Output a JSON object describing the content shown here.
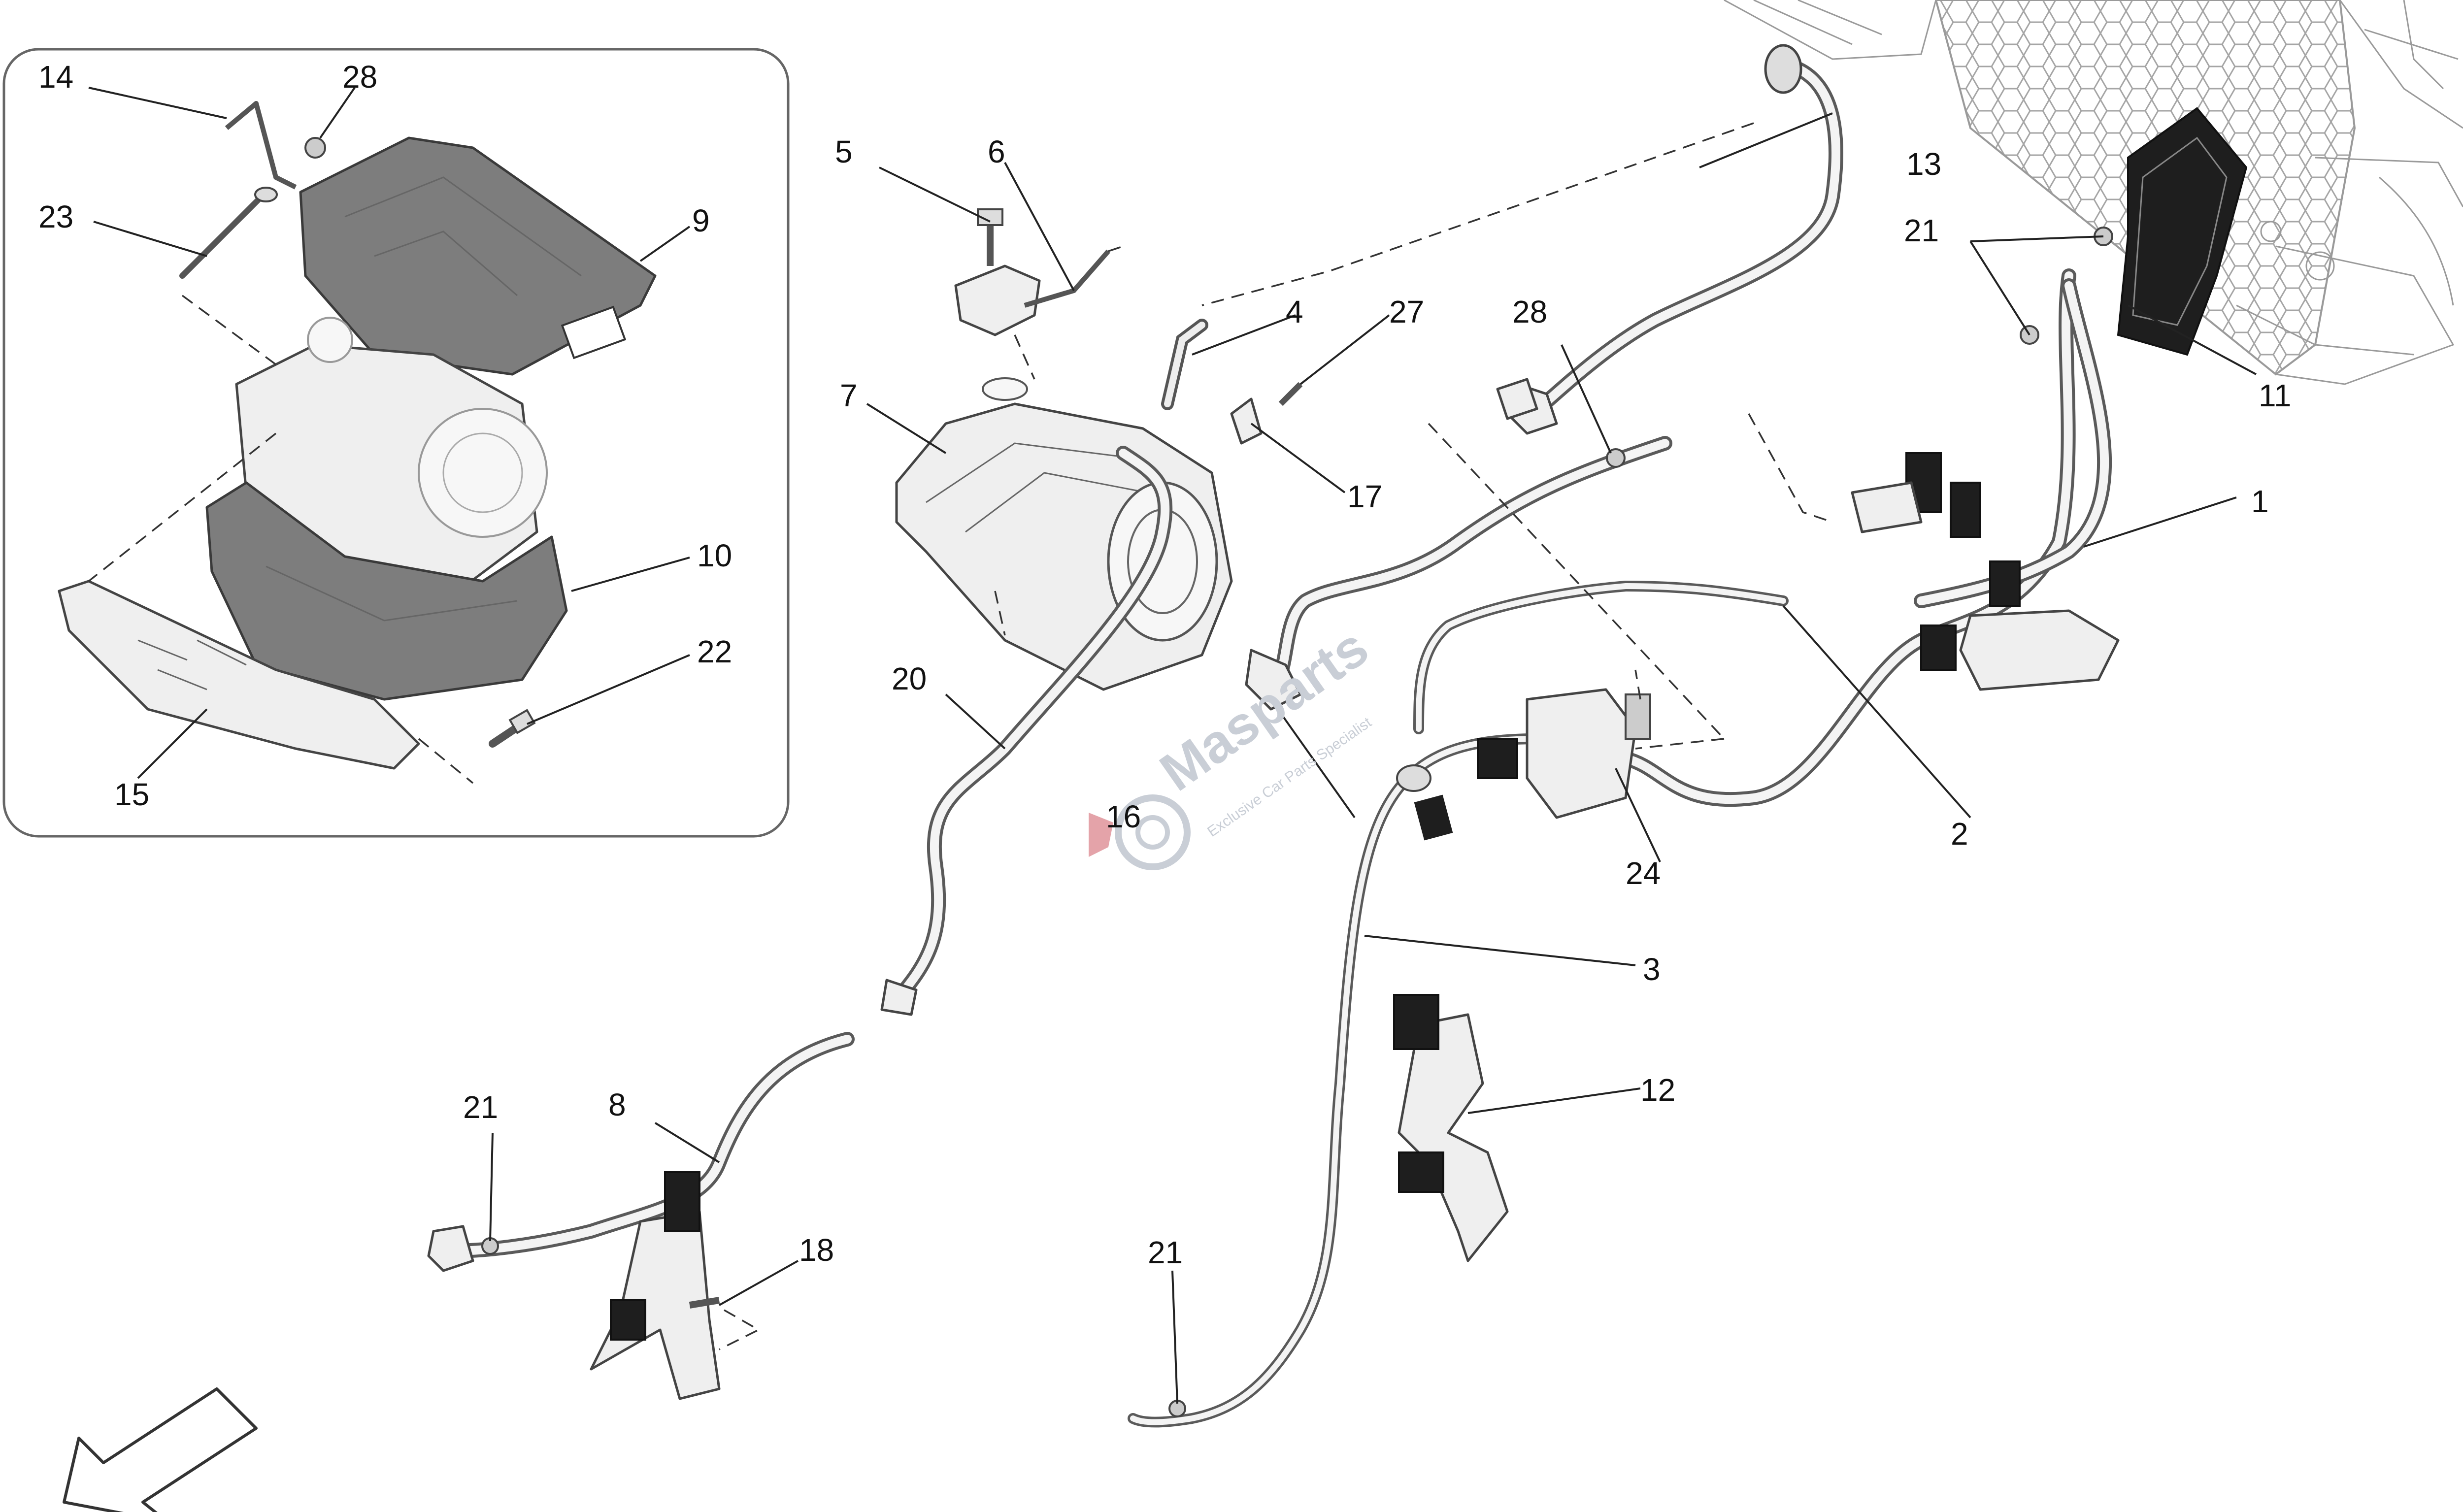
{
  "watermark": {
    "brand": "Masparts",
    "tagline": "Exclusive Car Parts Specialist"
  },
  "callouts": {
    "c1": "1",
    "c2": "2",
    "c3": "3",
    "c4": "4",
    "c5": "5",
    "c6": "6",
    "c7": "7",
    "c8": "8",
    "c9": "9",
    "c10": "10",
    "c11": "11",
    "c12": "12",
    "c13": "13",
    "c14": "14",
    "c15": "15",
    "c16": "16",
    "c17": "17",
    "c18": "18",
    "c20": "20",
    "c21a": "21",
    "c21b": "21",
    "c21c": "21",
    "c22": "22",
    "c23": "23",
    "c24": "24",
    "c27": "27",
    "c28a": "28",
    "c28b": "28"
  }
}
